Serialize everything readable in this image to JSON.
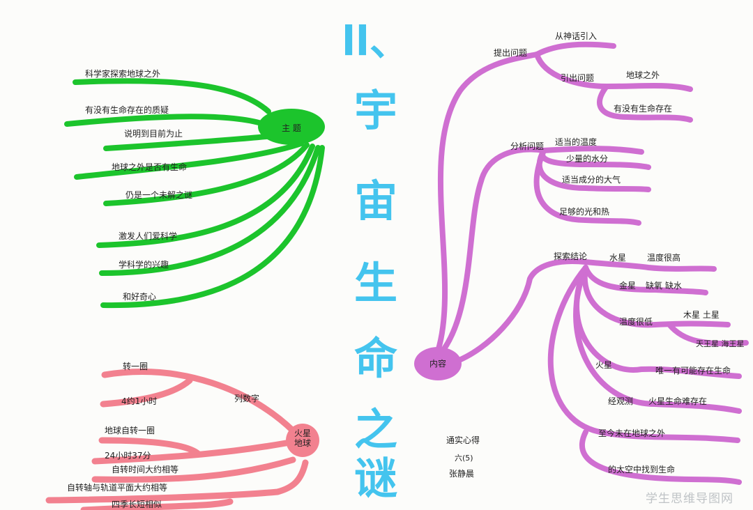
{
  "title_chars": [
    "ll、",
    "宇",
    "宙",
    "生",
    "命",
    "之",
    "谜"
  ],
  "green": {
    "node": "主  题",
    "labels": [
      "科学家探索地球之外",
      "有没有生命存在的质疑",
      "说明到目前为止",
      "地球之外是否有生命",
      "仍是一个未解之谜",
      "激发人们爱科学",
      "学科学的兴趣",
      "和好奇心"
    ]
  },
  "pink": {
    "node_line1": "火星",
    "node_line2": "地球",
    "branch": "列数字",
    "labels": [
      "转一圈",
      "4约1小时",
      "地球自转一圈",
      "24小时37分",
      "自转时间大约相等",
      "自转轴与轨道平面大约相等",
      "四季长短相似"
    ]
  },
  "purple": {
    "node": "内容",
    "labels": [
      "提出问题",
      "从神话引入",
      "引出问题",
      "地球之外",
      "有没有生命存在",
      "分析问题",
      "适当的温度",
      "少量的水分",
      "适当成分的大气",
      "足够的光和热",
      "探索结论",
      "水星",
      "温度很高",
      "金星",
      "缺氧  缺水",
      "温度很低",
      "木星  土星",
      "天王星  海王星",
      "火星",
      "唯一有可能存在生命",
      "经观测",
      "火星生命难存在",
      "至今未在地球之外",
      "的太空中找到生命"
    ]
  },
  "signature": [
    "通实心得",
    "六(5)",
    "张静晨"
  ],
  "watermark": "学生思维导图网",
  "colors": {
    "green": "#1cc42c",
    "pink": "#f2818f",
    "purple": "#cf6fd1",
    "title": "#44c4ee"
  }
}
